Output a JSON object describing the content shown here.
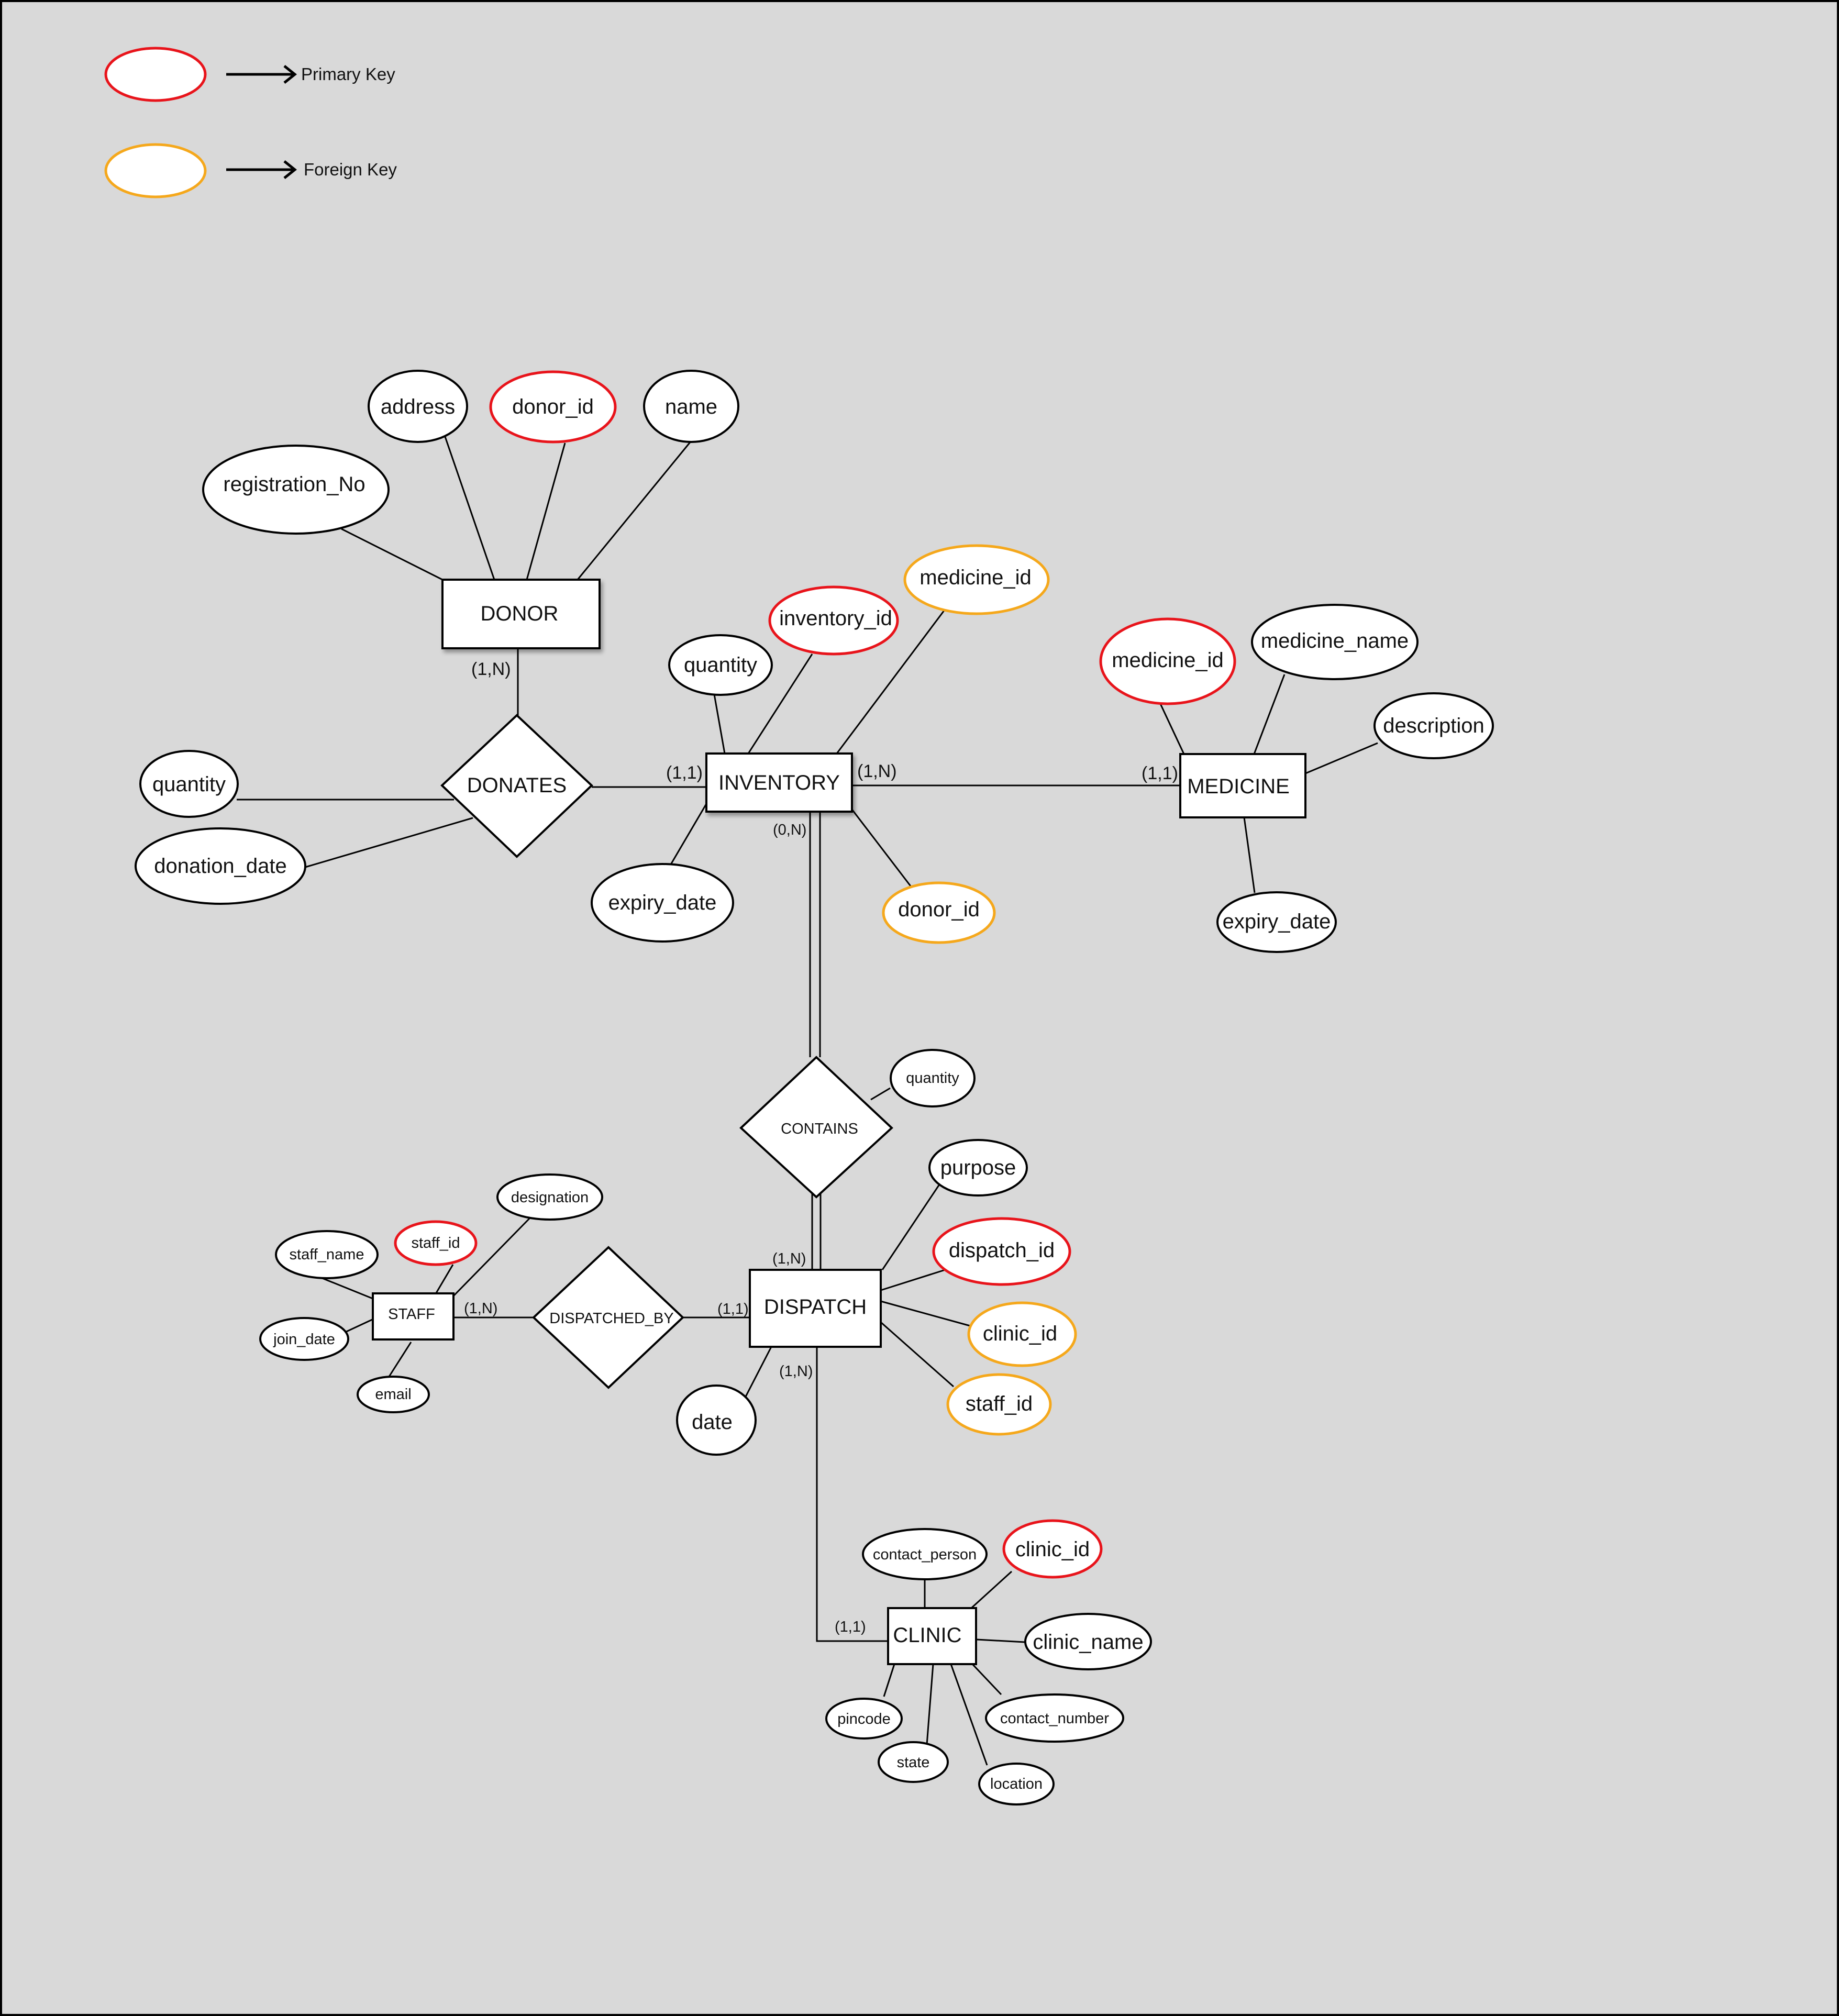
{
  "legend": {
    "primary_key": "Primary Key",
    "foreign_key": "Foreign Key",
    "primary_color": "#e8141b",
    "foreign_color": "#f5a81c"
  },
  "entities": {
    "donor": "DONOR",
    "inventory": "INVENTORY",
    "medicine": "MEDICINE",
    "dispatch": "DISPATCH",
    "staff": "STAFF",
    "clinic": "CLINIC"
  },
  "relationships": {
    "donates": "DONATES",
    "contains": "CONTAINS",
    "dispatched_by": "DISPATCHED_BY"
  },
  "attributes": {
    "donor": {
      "address": "address",
      "donor_id": "donor_id",
      "name": "name",
      "registration_no": "registration_No"
    },
    "donates": {
      "quantity": "quantity",
      "donation_date": "donation_date"
    },
    "inventory": {
      "quantity": "quantity",
      "inventory_id": "inventory_id",
      "medicine_id": "medicine_id",
      "expiry_date": "expiry_date",
      "donor_id": "donor_id"
    },
    "medicine": {
      "medicine_id": "medicine_id",
      "medicine_name": "medicine_name",
      "description": "description",
      "expiry_date": "expiry_date"
    },
    "contains": {
      "quantity": "quantity"
    },
    "dispatch": {
      "purpose": "purpose",
      "dispatch_id": "dispatch_id",
      "clinic_id": "clinic_id",
      "staff_id": "staff_id",
      "date": "date"
    },
    "staff": {
      "staff_name": "staff_name",
      "staff_id": "staff_id",
      "designation": "designation",
      "join_date": "join_date",
      "email": "email"
    },
    "clinic": {
      "contact_person": "contact_person",
      "clinic_id": "clinic_id",
      "clinic_name": "clinic_name",
      "contact_number": "contact_number",
      "pincode": "pincode",
      "state": "state",
      "location": "location"
    }
  },
  "cardinalities": {
    "donor_donates": "(1,N)",
    "inventory_donates": "(1,1)",
    "inventory_medicine": "(1,N)",
    "medicine_inventory": "(1,1)",
    "inventory_contains": "(0,N)",
    "dispatch_contains": "(1,N)",
    "staff_dispatched": "(1,N)",
    "dispatch_dispatched": "(1,1)",
    "dispatch_clinic": "(1,N)",
    "clinic_dispatch": "(1,1)"
  }
}
